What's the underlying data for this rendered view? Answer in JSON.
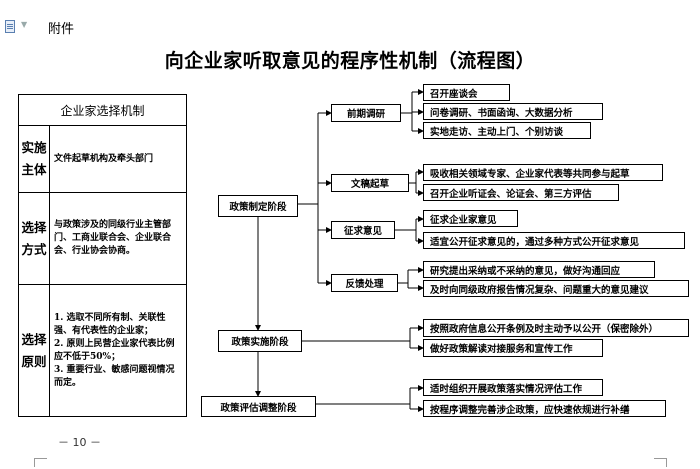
{
  "header": {
    "label": "附件"
  },
  "title": "向企业家听取意见的程序性机制（流程图）",
  "left_table": {
    "title": "企业家选择机制",
    "rows": [
      {
        "label": "实施主体",
        "text": "文件起草机构及牵头部门"
      },
      {
        "label": "选择方式",
        "text": "与政策涉及的同级行业主管部门、工商业联合会、企业联合会、行业协会协商。"
      },
      {
        "label": "选择原则",
        "text": "1. 选取不同所有制、关联性强、有代表性的企业家；\n2. 原则上民营企业家代表比例应不低于50%；\n3. 重要行业、敏感问题视情况而定。"
      }
    ]
  },
  "flow": {
    "stages": [
      "政策制定阶段",
      "政策实施阶段",
      "政策评估调整阶段"
    ],
    "sub_stages": [
      "前期调研",
      "文稿起草",
      "征求意见",
      "反馈处理"
    ],
    "details": {
      "early_research": [
        "召开座谈会",
        "问卷调研、书面函询、大数据分析",
        "实地走访、主动上门、个别访谈"
      ],
      "drafting": [
        "吸收相关领域专家、企业家代表等共同参与起草",
        "召开企业听证会、论证会、第三方评估"
      ],
      "consultation": [
        "征求企业家意见",
        "适宜公开征求意见的，通过多种方式公开征求意见"
      ],
      "feedback": [
        "研究提出采纳或不采纳的意见，做好沟通回应",
        "及时向同级政府报告情况复杂、问题重大的意见建议"
      ],
      "implementation": [
        "按照政府信息公开条例及时主动予以公开（保密除外）",
        "做好政策解读对接服务和宣传工作"
      ],
      "evaluation": [
        "适时组织开展政策落实情况评估工作",
        "按程序调整完善涉企政策，应快速依规进行补缮"
      ]
    }
  },
  "footer": {
    "page": "－ 10 －"
  }
}
